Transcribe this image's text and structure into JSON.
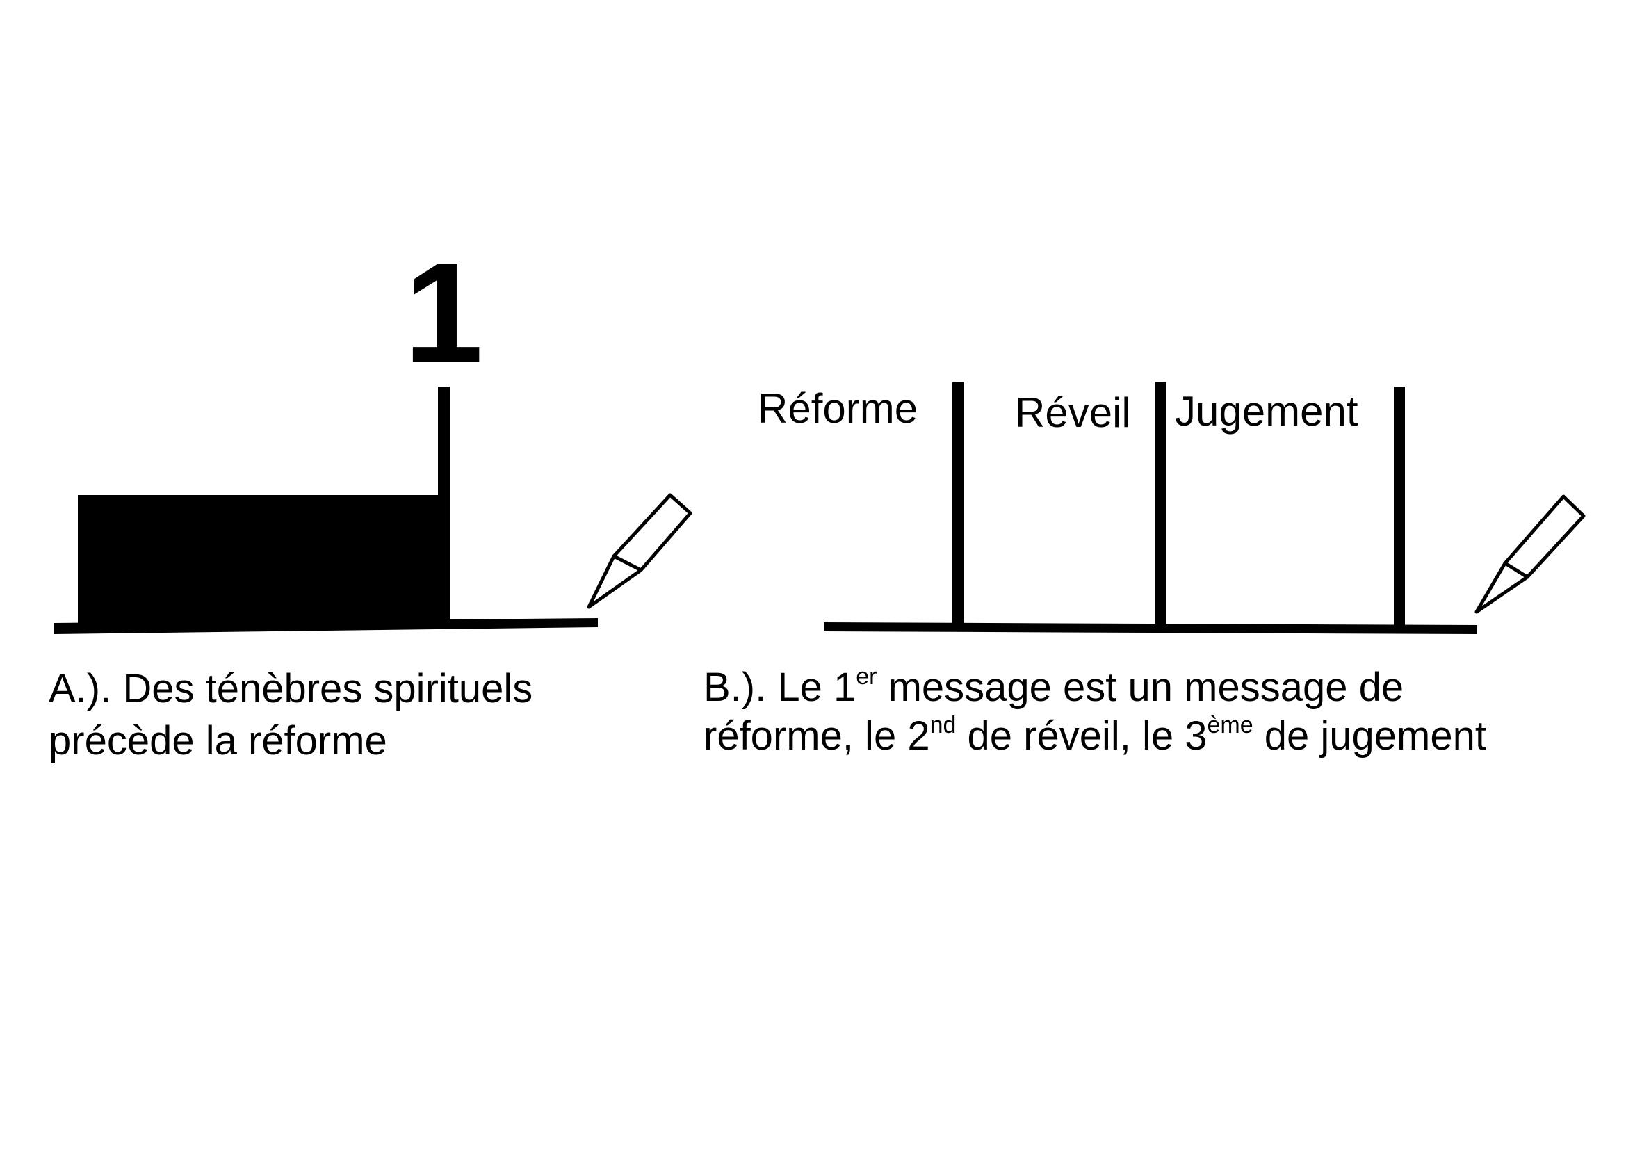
{
  "panel_a": {
    "number": "1",
    "caption_line1": "A.). Des ténèbres spirituels",
    "caption_line2": "précède la réforme",
    "pencil_icon": "pencil-icon"
  },
  "panel_b": {
    "periods": [
      "Réforme",
      "Réveil",
      "Jugement"
    ],
    "caption": {
      "line1_a": "B.). Le 1",
      "line1_sup": "er",
      "line1_b": " message est un message de",
      "line2_a": "réforme, le 2",
      "line2_sup1": "nd",
      "line2_b": " de réveil, le 3",
      "line2_sup2": "ème",
      "line2_c": " de jugement"
    },
    "pencil_icon": "pencil-icon"
  },
  "colors": {
    "ink": "#000000",
    "background": "#ffffff"
  }
}
